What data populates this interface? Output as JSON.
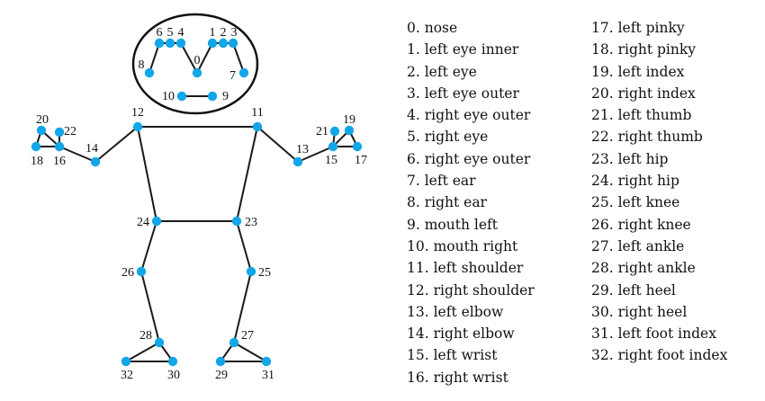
{
  "landmarks": [
    "0. nose",
    "1. left eye inner",
    "2. left eye",
    "3. left eye outer",
    "4. right eye outer",
    "5. right eye",
    "6. right eye outer",
    "7. left ear",
    "8. right ear",
    "9. mouth left",
    "10. mouth right",
    "11. left shoulder",
    "12. right shoulder",
    "13. left elbow",
    "14. right elbow",
    "15. left wrist",
    "16. right wrist",
    "17. left pinky",
    "18. right pinky",
    "19. left index",
    "20. right index",
    "21. left thumb",
    "22. right thumb",
    "23. left hip",
    "24. right hip",
    "25. left knee",
    "26. right knee",
    "27. left ankle",
    "28. right ankle",
    "29. left heel",
    "30. right heel",
    "31. left foot index",
    "32. right foot index"
  ],
  "joint_labels": [
    "0",
    "1",
    "2",
    "3",
    "4",
    "5",
    "6",
    "7",
    "8",
    "9",
    "10",
    "11",
    "12",
    "13",
    "14",
    "15",
    "16",
    "17",
    "18",
    "19",
    "20",
    "21",
    "22",
    "23",
    "24",
    "25",
    "26",
    "27",
    "28",
    "29",
    "30",
    "31",
    "32"
  ],
  "colors": {
    "joint": "#12a6e8",
    "bone": "#1a1a1a"
  }
}
